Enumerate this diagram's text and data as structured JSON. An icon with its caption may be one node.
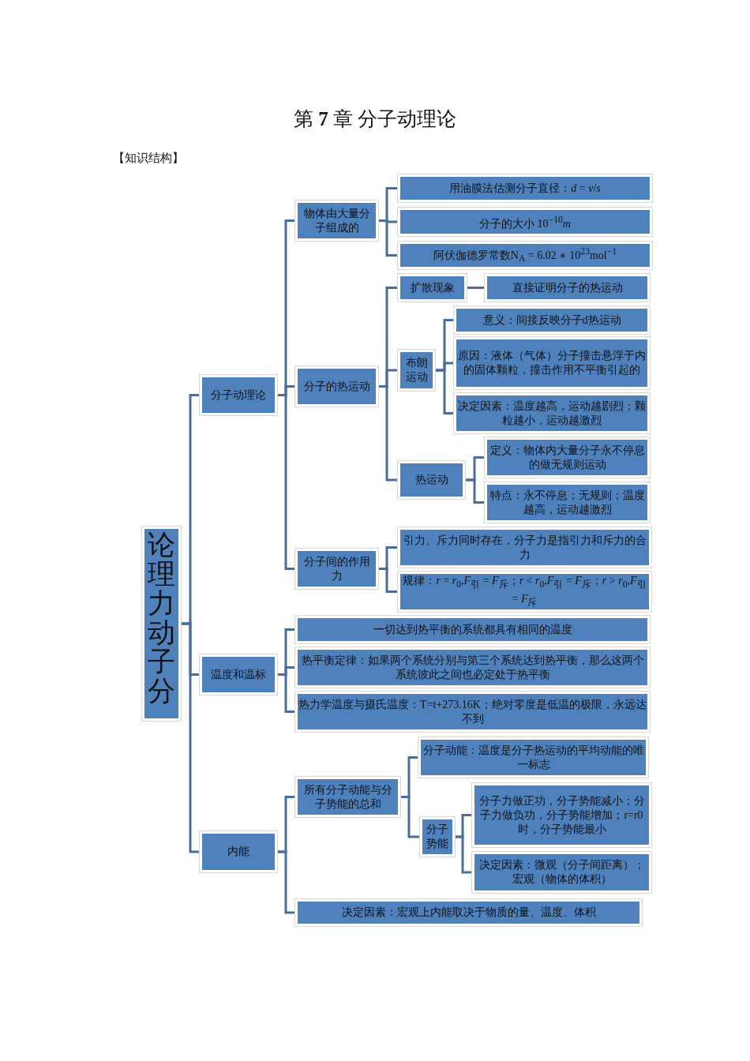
{
  "diagram": {
    "title": "第 **7** 章  分子动理论",
    "nodes": [
      {
        "text": [
          "论理力动子分"
        ]
      },
      {
        "text": [
          "分子动理论"
        ]
      },
      {
        "text": [
          "物体由大量分子组成的"
        ]
      },
      {
        "text": [
          "用油膜法估测分子直径：*d* = *v*/*s*"
        ]
      },
      {
        "text": [
          "分子的大小 10$^{−10}$*m*"
        ]
      },
      {
        "text": [
          "阿伏伽德罗常数N$_{A}$ = 6.02 ∗ 10$^{23}$mol$^{−1}$"
        ]
      },
      {
        "text": [
          "分子的热运动"
        ]
      },
      {
        "text": [
          "扩散现象"
        ]
      },
      {
        "text": [
          "直接证明分子的热运动"
        ]
      },
      {
        "text": [
          "布朗运动"
        ]
      },
      {
        "text": [
          "意义：间接反映分子d热运动"
        ]
      },
      {
        "text": [
          "原因：液体（气体）分子撞击悬浮于内的固体颗粒，撞击作用不平衡引起的"
        ]
      },
      {
        "text": [
          "决定因素：温度越高，运动越剧烈；颗粒越小，运动越激烈"
        ]
      },
      {
        "text": [
          "热运动"
        ]
      },
      {
        "text": [
          "定义：物体内大量分子永不停息的做无规则运动"
        ]
      },
      {
        "text": [
          "特点：永不停息；无规则；温度越高，运动越激烈"
        ]
      },
      {
        "text": [
          "分子间的作用力"
        ]
      },
      {
        "text": [
          "引力、斥力同时存在，分子力是指引力和斥力的合力"
        ]
      },
      {
        "text": [
          "规律：*r* = *r*$_{0}$,*F*$_{引}$ = *F*$_{斥}$；*r* < *r*$_{0}$,*F*$_{引}$ = *F*$_{斥}$；*r* > *r*$_{0}$,*F*$_{引}$ = *F*$_{斥}$"
        ]
      },
      {
        "text": [
          "温度和温标"
        ]
      },
      {
        "text": [
          "一切达到热平衡的系统都具有相同的温度"
        ]
      },
      {
        "text": [
          "热平衡定律：如果两个系统分别与第三个系统达到热平衡，那么这两个系统彼此之间也必定处于热平衡"
        ]
      },
      {
        "text": [
          "热力学温度与摄氏温度：T=t+273.16K；绝对零度是低温的极限，永远达不到"
        ]
      },
      {
        "text": [
          "内能"
        ]
      },
      {
        "text": [
          "所有分子动能与分子势能的总和"
        ]
      },
      {
        "text": [
          "分子动能：温度是分子热运动的平均动能的唯一标志"
        ]
      },
      {
        "text": [
          "分子势能"
        ]
      },
      {
        "text": [
          "分子力做正功，分子势能减小；分子力做负功，分子势能增加；r=r0时，分子势能最小"
        ]
      },
      {
        "text": [
          "决定因素：微观（分子间距离）；宏观（物体的体积）"
        ]
      },
      {
        "text": [
          "决定因素：宏观上内能取决于物质的量、温度、体积"
        ]
      }
    ],
    "edges": [
      {
        "from": 0,
        "to": 1,
        "arrow": "none"
      },
      {
        "from": 0,
        "to": 19,
        "arrow": "none"
      },
      {
        "from": 0,
        "to": 23,
        "arrow": "none"
      },
      {
        "from": 1,
        "to": 2,
        "arrow": "none"
      },
      {
        "from": 1,
        "to": 6,
        "arrow": "none"
      },
      {
        "from": 1,
        "to": 16,
        "arrow": "none"
      },
      {
        "from": 2,
        "to": 3,
        "arrow": "none"
      },
      {
        "from": 2,
        "to": 4,
        "arrow": "none"
      },
      {
        "from": 2,
        "to": 5,
        "arrow": "none"
      },
      {
        "from": 6,
        "to": 7,
        "arrow": "none"
      },
      {
        "from": 6,
        "to": 9,
        "arrow": "none"
      },
      {
        "from": 6,
        "to": 13,
        "arrow": "none"
      },
      {
        "from": 7,
        "to": 8,
        "arrow": "none"
      },
      {
        "from": 9,
        "to": 10,
        "arrow": "none"
      },
      {
        "from": 9,
        "to": 11,
        "arrow": "none"
      },
      {
        "from": 9,
        "to": 12,
        "arrow": "none"
      },
      {
        "from": 13,
        "to": 14,
        "arrow": "none"
      },
      {
        "from": 13,
        "to": 15,
        "arrow": "none"
      },
      {
        "from": 16,
        "to": 17,
        "arrow": "none"
      },
      {
        "from": 16,
        "to": 18,
        "arrow": "none"
      },
      {
        "from": 19,
        "to": 20,
        "arrow": "none"
      },
      {
        "from": 19,
        "to": 21,
        "arrow": "none"
      },
      {
        "from": 19,
        "to": 22,
        "arrow": "none"
      },
      {
        "from": 23,
        "to": 24,
        "arrow": "none"
      },
      {
        "from": 23,
        "to": 29,
        "arrow": "none"
      },
      {
        "from": 24,
        "to": 25,
        "arrow": "none"
      },
      {
        "from": 24,
        "to": 26,
        "arrow": "none"
      },
      {
        "from": 26,
        "to": 27,
        "arrow": "none"
      },
      {
        "from": 26,
        "to": 28,
        "arrow": "none"
      }
    ],
    "labels": [
      "【知识结构】"
    ]
  }
}
